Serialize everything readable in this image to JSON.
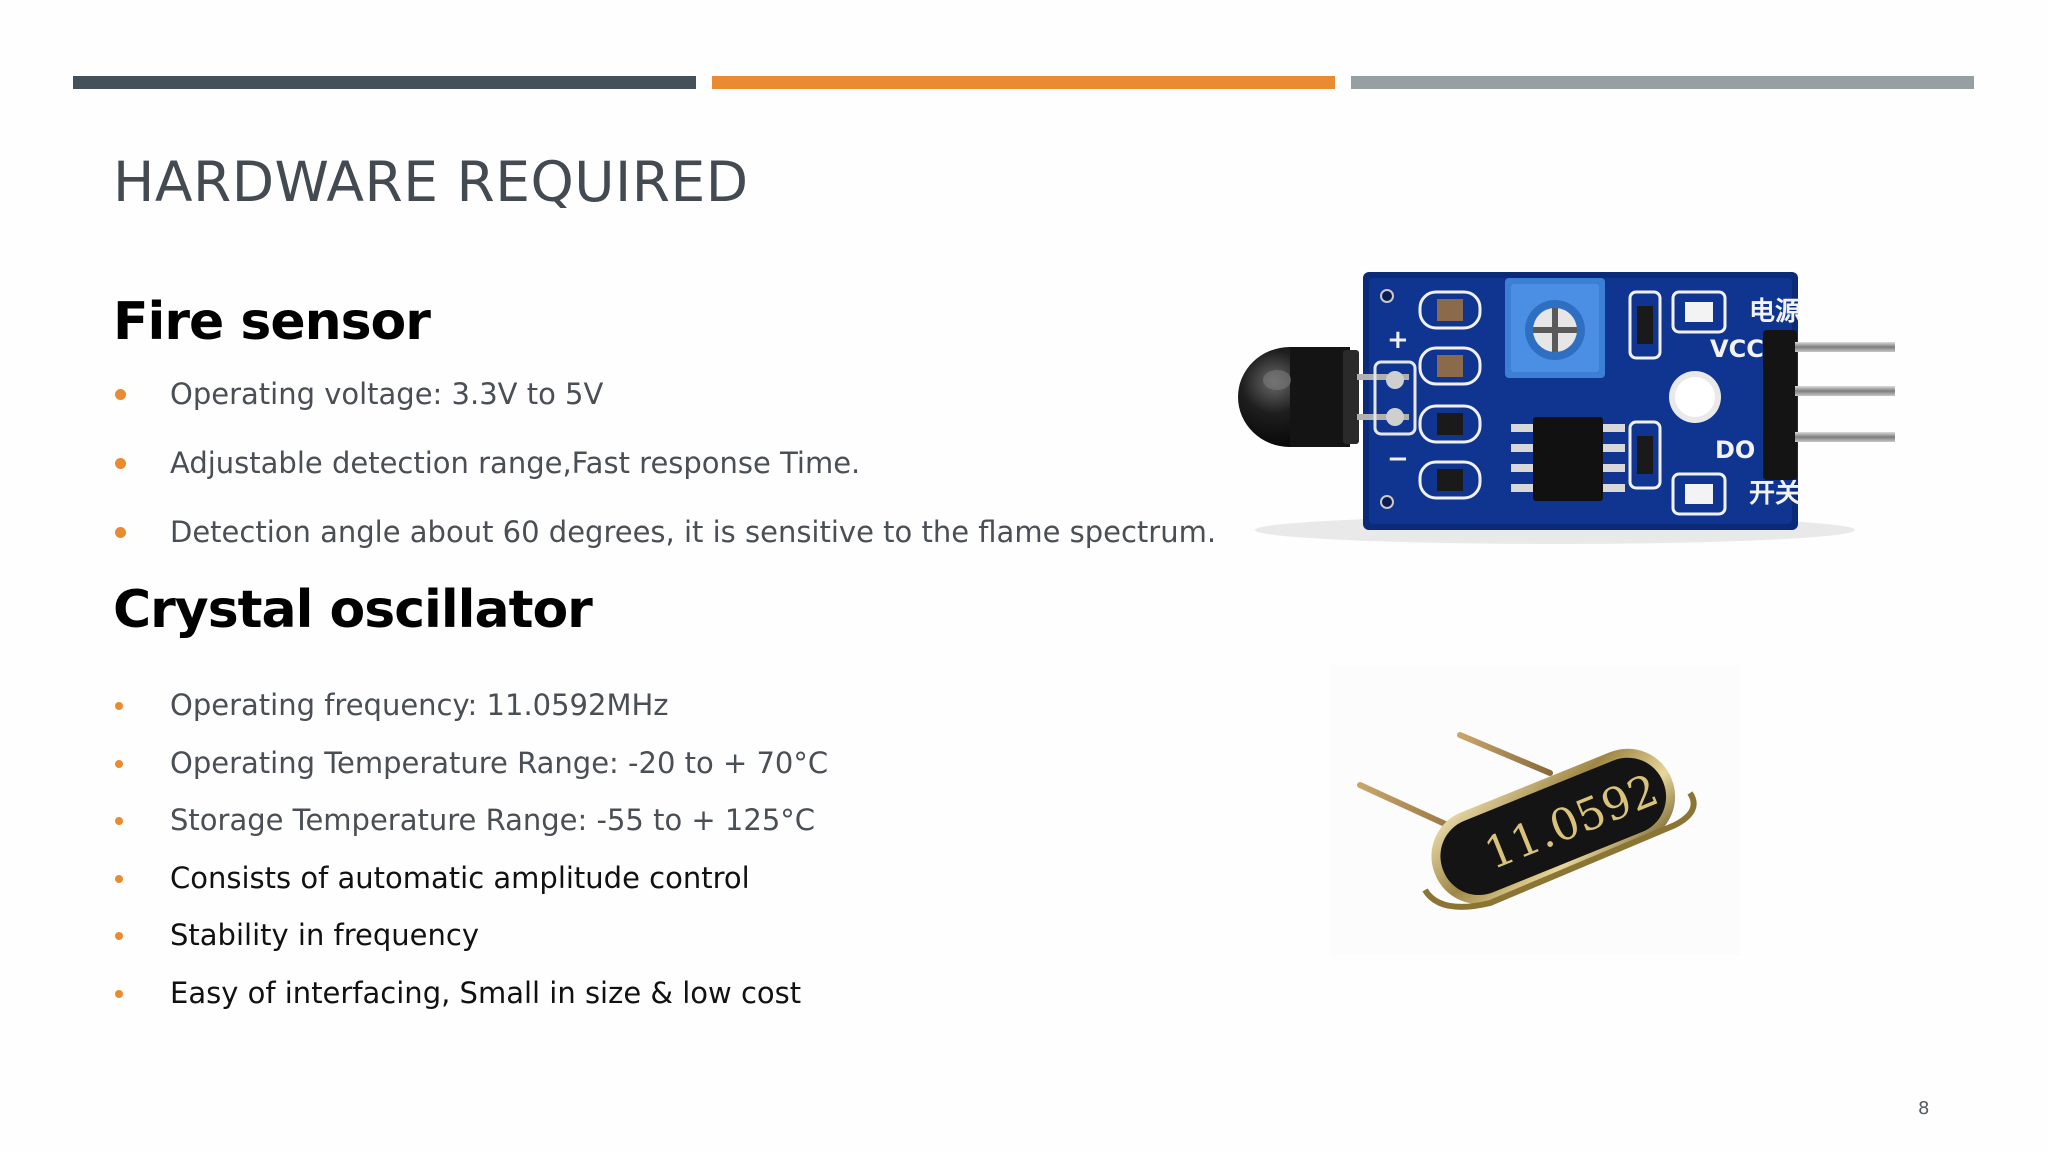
{
  "slide": {
    "title": "HARDWARE REQUIRED",
    "page_number": "8",
    "colors": {
      "bar_dark": "#44505a",
      "bar_orange": "#ea8a31",
      "bar_grey": "#969fa1",
      "bullet": "#ea8a31",
      "title_text": "#434a51"
    }
  },
  "fire_sensor": {
    "heading": "Fire sensor",
    "bullets": [
      "Operating voltage: 3.3V to 5V",
      "Adjustable detection range,Fast response Time.",
      "Detection angle about 60 degrees, it is sensitive to the flame spectrum."
    ],
    "board_labels": {
      "vcc": "VCC",
      "do": "DO",
      "power_cn": "电源",
      "switch_cn": "开关",
      "plus": "+",
      "minus": "−"
    }
  },
  "crystal_oscillator": {
    "heading": "Crystal oscillator",
    "bullets": [
      "Operating frequency: 11.0592MHz",
      "Operating Temperature Range: -20 to + 70°C",
      "Storage Temperature Range: -55 to + 125°C",
      "Consists of automatic amplitude control",
      "Stability in frequency",
      "Easy of interfacing, Small in size & low cost"
    ],
    "can_marking": "11.0592"
  }
}
